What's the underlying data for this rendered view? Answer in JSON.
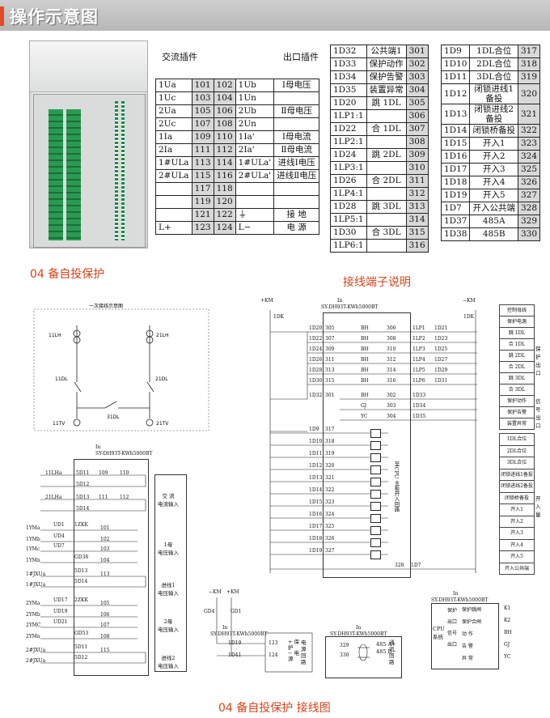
{
  "header": {
    "title": "操作示意图"
  },
  "device": {
    "panel_title": "",
    "brand": ""
  },
  "ac_table": {
    "title": "交流插件",
    "rows": [
      {
        "a": "1Ua",
        "n1": "101",
        "n2": "102",
        "b": "1Ub",
        "desc": "Ⅰ母电压"
      },
      {
        "a": "1Uc",
        "n1": "103",
        "n2": "104",
        "b": "1Un",
        "desc": ""
      },
      {
        "a": "2Ua",
        "n1": "105",
        "n2": "106",
        "b": "2Ub",
        "desc": "Ⅱ母电压"
      },
      {
        "a": "2Uc",
        "n1": "107",
        "n2": "108",
        "b": "2Un",
        "desc": ""
      },
      {
        "a": "1Ia",
        "n1": "109",
        "n2": "110",
        "b": "1Ia'",
        "desc": "Ⅰ母电流"
      },
      {
        "a": "2Ia",
        "n1": "111",
        "n2": "112",
        "b": "2Ia'",
        "desc": "Ⅱ母电流"
      },
      {
        "a": "1#ULa",
        "n1": "113",
        "n2": "114",
        "b": "1#ULa'",
        "desc": "进线Ⅰ电压"
      },
      {
        "a": "2#ULa",
        "n1": "115",
        "n2": "116",
        "b": "2#ULa'",
        "desc": "进线Ⅱ电压"
      },
      {
        "a": "",
        "n1": "117",
        "n2": "118",
        "b": "",
        "desc": ""
      },
      {
        "a": "",
        "n1": "119",
        "n2": "120",
        "b": "",
        "desc": ""
      },
      {
        "a": "",
        "n1": "121",
        "n2": "122",
        "b": "⏚",
        "desc": "接  地"
      },
      {
        "a": "L+",
        "n1": "123",
        "n2": "124",
        "b": "L−",
        "desc": "电  源"
      }
    ]
  },
  "out_table": {
    "title": "出口插件",
    "rows": [
      {
        "a": "1D32",
        "d": "公共端1",
        "n": "301"
      },
      {
        "a": "1D33",
        "d": "保护动作",
        "n": "302"
      },
      {
        "a": "1D34",
        "d": "保护告警",
        "n": "303"
      },
      {
        "a": "1D35",
        "d": "装置异常",
        "n": "304"
      },
      {
        "a": "1D20",
        "d": "跳 1DL",
        "n": "305"
      },
      {
        "a": "1LP1:1",
        "d": "",
        "n": "306"
      },
      {
        "a": "1D22",
        "d": "合 1DL",
        "n": "307"
      },
      {
        "a": "1LP2:1",
        "d": "",
        "n": "308"
      },
      {
        "a": "1D24",
        "d": "跳 2DL",
        "n": "309"
      },
      {
        "a": "1LP3:1",
        "d": "",
        "n": "310"
      },
      {
        "a": "1D26",
        "d": "合 2DL",
        "n": "311"
      },
      {
        "a": "1LP4:1",
        "d": "",
        "n": "312"
      },
      {
        "a": "1D28",
        "d": "跳 3DL",
        "n": "313"
      },
      {
        "a": "1LP5:1",
        "d": "",
        "n": "314"
      },
      {
        "a": "1D30",
        "d": "合 3DL",
        "n": "315"
      },
      {
        "a": "1LP6:1",
        "d": "",
        "n": "316"
      }
    ]
  },
  "in_table": {
    "rows": [
      {
        "a": "1D9",
        "d": "1DL合位",
        "n": "317"
      },
      {
        "a": "1D10",
        "d": "2DL合位",
        "n": "318"
      },
      {
        "a": "1D11",
        "d": "3DL合位",
        "n": "319"
      },
      {
        "a": "1D12",
        "d": "闭锁进线1备投",
        "n": "320"
      },
      {
        "a": "1D13",
        "d": "闭锁进线2备投",
        "n": "321"
      },
      {
        "a": "1D14",
        "d": "闭锁桥备投",
        "n": "322"
      },
      {
        "a": "1D15",
        "d": "开入1",
        "n": "323"
      },
      {
        "a": "1D16",
        "d": "开入2",
        "n": "324"
      },
      {
        "a": "1D17",
        "d": "开入3",
        "n": "325"
      },
      {
        "a": "1D18",
        "d": "开入4",
        "n": "326"
      },
      {
        "a": "1D19",
        "d": "开入5",
        "n": "327"
      },
      {
        "a": "1D7",
        "d": "开入公共端",
        "n": "328"
      },
      {
        "a": "1D37",
        "d": "485A",
        "n": "329"
      },
      {
        "a": "1D38",
        "d": "485B",
        "n": "330"
      }
    ]
  },
  "captions": {
    "section1": "04 备自投保护",
    "section2": "接线端子说明",
    "bottom": "04 备自投保护 接线图"
  },
  "diagram": {
    "one_line_title": "一次接线示意图",
    "labels": {
      "lh11": "11LH",
      "lh21": "21LH",
      "dl11": "11DL",
      "dl21": "21DL",
      "dl31": "31DL",
      "tv11": "11TV",
      "tv21": "21TV",
      "model": "SY-DH93T-KWh5000BT",
      "in": "In",
      "km_plus": "+KM",
      "km_minus": "−KM",
      "dk": "1DK",
      "dk2": "1DK",
      "ac_input": "交 流\n电流输入",
      "bus1": "1母\n电压输入",
      "line1": "进线1\n电压输入",
      "bus2": "2母\n电压输入",
      "line2": "进线2\n电压输入",
      "cpu_input": "至CPU 主板开入回路",
      "power_box": "+ 保\n护\n− 电\n源",
      "comm_box": "485 A+\n485 B−",
      "comm_label": "通\n讯\n回\n路",
      "power_label": "电\n源\n回\n路"
    },
    "ac_rows": [
      {
        "src": "11LHa",
        "d": "5D11",
        "n1": "109",
        "n2": "110"
      },
      {
        "src": "",
        "d": "5D12",
        "n1": "",
        "n2": ""
      },
      {
        "src": "21LHa",
        "d": "5D13",
        "n1": "111",
        "n2": "112"
      },
      {
        "src": "",
        "d": "5D14",
        "n1": "",
        "n2": ""
      }
    ],
    "bus_rows": [
      {
        "src": "1YMa",
        "sw": "UD1",
        "d": "1ZKK",
        "n": "101"
      },
      {
        "src": "1YMb",
        "sw": "UD4",
        "d": "",
        "n": "102"
      },
      {
        "src": "1YMc",
        "sw": "UD7",
        "d": "",
        "n": "103"
      },
      {
        "src": "1YMn",
        "sw": "",
        "d": "GD38",
        "n": "104"
      },
      {
        "src": "1#JXUa",
        "sw": "",
        "d": "5D13",
        "n": "113"
      },
      {
        "src": "1#JXUa",
        "sw": "",
        "d": "5D14",
        "n": ""
      },
      {
        "src": "2YMa",
        "sw": "UD17",
        "d": "2ZKK",
        "n": "105"
      },
      {
        "src": "2YMb",
        "sw": "UD19",
        "d": "",
        "n": "106"
      },
      {
        "src": "2YMC",
        "sw": "UD21",
        "d": "",
        "n": "107"
      },
      {
        "src": "2YMn",
        "sw": "",
        "d": "GD53",
        "n": "108"
      },
      {
        "src": "2#JXUa",
        "sw": "",
        "d": "5D11",
        "n": "115"
      },
      {
        "src": "2#JXUa",
        "sw": "",
        "d": "5D12",
        "n": ""
      }
    ],
    "out_rows": [
      {
        "d": "1D20",
        "a": "305",
        "t": "BH",
        "b": "306",
        "lp": "1LP1",
        "dd": "1D21"
      },
      {
        "d": "1D22",
        "a": "307",
        "t": "BH",
        "b": "308",
        "lp": "1LP2",
        "dd": "1D23"
      },
      {
        "d": "1D24",
        "a": "309",
        "t": "BH",
        "b": "310",
        "lp": "1LP3",
        "dd": "1D25"
      },
      {
        "d": "1D26",
        "a": "311",
        "t": "BH",
        "b": "312",
        "lp": "1LP4",
        "dd": "1D27"
      },
      {
        "d": "1D28",
        "a": "313",
        "t": "BH",
        "b": "314",
        "lp": "1LP5",
        "dd": "1D29"
      },
      {
        "d": "1D30",
        "a": "315",
        "t": "BH",
        "b": "316",
        "lp": "1LP6",
        "dd": "1D31"
      }
    ],
    "sig_rows": [
      {
        "d": "1D32",
        "a": "301",
        "t": "BH",
        "b": "302",
        "dd": "1D33"
      },
      {
        "d": "",
        "a": "",
        "t": "GJ",
        "b": "303",
        "dd": "1D34"
      },
      {
        "d": "",
        "a": "",
        "t": "YC",
        "b": "304",
        "dd": "1D35"
      }
    ],
    "di_rows": [
      {
        "d": "1D9",
        "n": "317"
      },
      {
        "d": "1D10",
        "n": "318"
      },
      {
        "d": "1D11",
        "n": "319"
      },
      {
        "d": "1D12",
        "n": "320"
      },
      {
        "d": "1D13",
        "n": "321"
      },
      {
        "d": "1D14",
        "n": "322"
      },
      {
        "d": "1D15",
        "n": "323"
      },
      {
        "d": "1D16",
        "n": "324"
      },
      {
        "d": "1D17",
        "n": "325"
      },
      {
        "d": "1D18",
        "n": "326"
      },
      {
        "d": "1D19",
        "n": "327"
      }
    ],
    "di_common": {
      "n": "328",
      "d": "1D7"
    },
    "right_labels": [
      "控制母线",
      "保护电源",
      "跳 1DL",
      "合 1DL",
      "跳 2DL",
      "合 2DL",
      "跳 3DL",
      "合 3DL",
      "保护动作",
      "保护告警",
      "装置异常"
    ],
    "right_side": {
      "protect": "保\n护\n出\n口",
      "signal": "信\n号\n出\n口"
    },
    "right_in_labels": [
      "1DL合位",
      "2DL合位",
      "3DL合位",
      "闭锁进线1备投",
      "闭锁进线2备投",
      "闭锁桥备投",
      "开入1",
      "开入2",
      "开入3",
      "开入4",
      "开入5",
      "开入公共端"
    ],
    "right_in_side": "开\n入\n量",
    "power": {
      "a": "GD4",
      "b": "GD1",
      "d1": "1D19",
      "d2": "1D41",
      "n1": "123",
      "n2": "124"
    },
    "comm": {
      "n1": "329",
      "n2": "330"
    },
    "cpu": {
      "title": "CPU\n系统",
      "rows": [
        "保护",
        "出口",
        "信号",
        "出口"
      ],
      "rows2": [
        "保护跳闸",
        "保护合闸",
        "动  作",
        "告  警",
        "异  常"
      ],
      "k": [
        "K1",
        "K2",
        "BH",
        "GJ",
        "YC"
      ]
    }
  }
}
